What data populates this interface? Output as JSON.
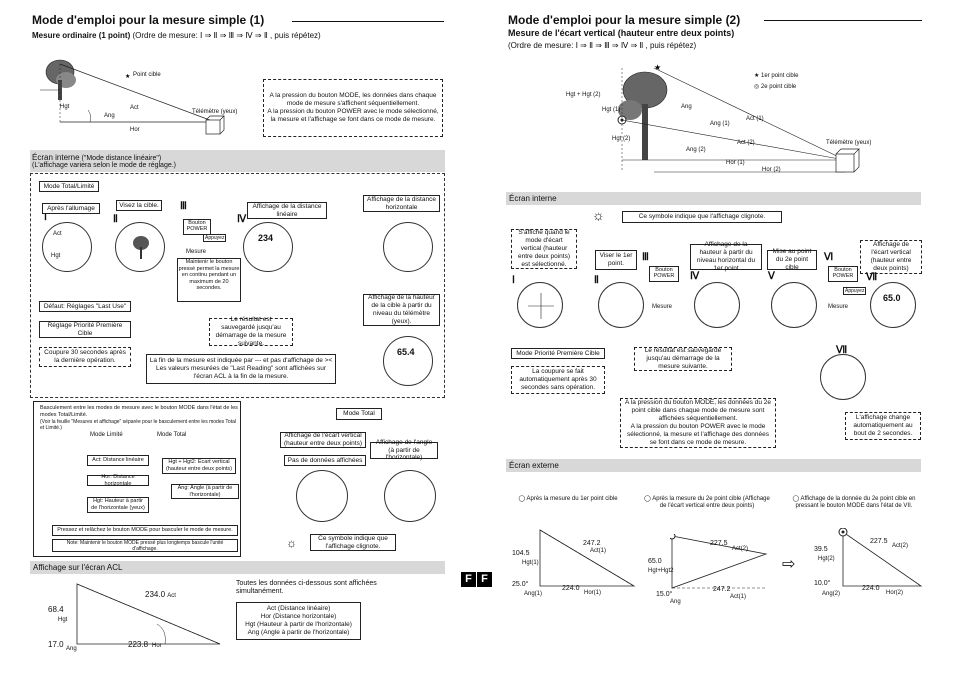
{
  "left": {
    "title": "Mode d'emploi pour la mesure simple (1)",
    "subtitle_bold": "Mesure ordinaire (1 point)",
    "subtitle_rest": " (Ordre de mesure:  Ⅰ ⇒ Ⅱ ⇒ Ⅲ ⇒ Ⅳ ⇒ Ⅱ , puis répétez)",
    "diagram": {
      "target_label": "Point cible",
      "hgt": "Hgt",
      "act": "Act",
      "ang": "Ang",
      "hor": "Hor",
      "rangefinder": "Télémètre (yeux)"
    },
    "mode_note": "A la pression du bouton MODE, les données dans chaque mode de mesure s'affichent séquentiellement.\nA la pression du bouton POWER avec le mode sélectionné, la mesure et l'affichage se font dans ce mode de mesure.",
    "internal_screen_title": "Écran interne",
    "internal_screen_sub1": " (\"Mode distance linéaire\")",
    "internal_screen_sub2": "(L'affichage variera selon le mode de réglage.)",
    "mode_total_limite": "Mode Total/Limité",
    "after_power": "Après l'allumage",
    "aim_target": "Visez la cible.",
    "power_button": "Bouton POWER",
    "pressed": "Appuyez",
    "measure": "Mesure",
    "hold_note": "Maintenir le bouton pressé permet la mesure en continu pendant un maximum de 20 secondes.",
    "distance_display": "Affichage de la distance horizontale",
    "linear_distance_display": "Affichage de la distance linéaire",
    "height_display": "Affichage de la hauteur de la cible à partir du niveau du télémètre (yeux).",
    "default_settings": "Défaut: Réglages \"Last Use\"",
    "priority_setting": "Réglage Priorité Première Cible",
    "cutoff": "Coupure 30 secondes après la dernière opération.",
    "saved_note": "Le résultat est sauvegardé jusqu'au démarrage de la mesure suivante.",
    "end_note": "La fin de la mesure est indiquée par --- et pas d'affichage de ><\nLes valeurs mesurées de \"Last Reading\" sont affichées sur l'écran ACL à la fin de la mesure.",
    "switch_note": "Basculement entre les modes de mesure avec le bouton MODE dans l'état de les modes Total/Limité.",
    "switch_note2": "(Voir la feuille \"Mesures et affichage\" séparée pour le basculement entre les modes Total et Limité.)",
    "mode_limite": "Mode Limité",
    "mode_total": "Mode Total",
    "act_linear": "Act: Distance linéaire",
    "hor_horizontal": "Hor: Distance horizontale",
    "hgt_height": "Hgt: Hauteur à partir de l'horizontale (yeux)",
    "hgt_vertical": "Hgt + Hgt2: Écart vertical (hauteur entre deux points)",
    "ang_angle": "Ang: Angle (à partir de l'horizontale)",
    "press_release": "Pressez et relâchez le bouton MODE pour basculer le mode de mesure.",
    "hold_note2": "Note: Maintenir le bouton MODE pressé plus longtemps bascule l'unité d'affichage.",
    "mode_total_box": "Mode Total",
    "vertical_display": "Affichage de l'écart vertical (hauteur entre deux points)",
    "angle_display": "Affichage de l'angle (à partir de l'horizontale)",
    "no_data": "Pas de données affichées",
    "blink_note": "Ce symbole indique que l'affichage clignote.",
    "acl_title": "Affichage sur l'écran ACL",
    "acl_note": "Toutes les données ci-dessous sont affichées simultanément.",
    "acl_values": {
      "act": "234.0",
      "hgt": "68.4",
      "ang": "17.0",
      "hor": "223.8"
    },
    "acl_labels": {
      "act": "Act",
      "hgt": "Hgt",
      "ang": "Ang",
      "hor": "Hor"
    },
    "legend": [
      "Act (Distance linéaire)",
      "Hor (Distance horizontale)",
      "Hgt (Hauteur à partir de l'horizontale)",
      "Ang (Angle à partir de l'horizontale)"
    ],
    "lcd1": {
      "top": "Act",
      "hgt": "Hgt",
      "val": "234",
      "ang": "Ang"
    },
    "lcd_height": "65.4"
  },
  "right": {
    "title": "Mode d'emploi pour la mesure simple (2)",
    "subtitle": "Mesure de l'écart vertical (hauteur entre deux points)",
    "order": "(Ordre de mesure:  Ⅰ ⇒ Ⅱ ⇒ Ⅲ ⇒ Ⅳ ⇒ Ⅱ , puis répétez)",
    "diagram": {
      "point1": "1er point cible",
      "point2": "2e point cible",
      "hgt_sum": "Hgt + Hgt (2)",
      "hgt1": "Hgt (1)",
      "hgt2": "Hgt (2)",
      "ang": "Ang",
      "ang1": "Ang (1)",
      "ang2": "Ang (2)",
      "act1": "Act (1)",
      "act2": "Act (2)",
      "hor1": "Hor (1)",
      "hor2": "Hor (2)",
      "rangefinder": "Télémètre (yeux)"
    },
    "internal_screen_title": "Écran interne",
    "blink_note": "Ce symbole indique que l'affichage clignote.",
    "steps": [
      "S'affiche quand le mode d'écart vertical (hauteur entre deux points) est sélectionné.",
      "Viser le 1er point.",
      "Affichage de la hauteur à partir du niveau horizontal du 1er point",
      "Mise au point du 2e point cible",
      "Affichage de l'écart vertical (hauteur entre deux points)"
    ],
    "power_button": "Bouton POWER",
    "pressed": "Appuyez",
    "measure": "Mesure",
    "priority": "Mode Priorité Première Cible",
    "saved_note": "Le résultat est sauvegardé jusqu'au démarrage de la mesure suivante.",
    "cutoff": "La coupure se fait automatiquement après 30 secondes sans opération.",
    "mode_note": "A la pression du bouton MODE, les données du 2e point cible dans chaque mode de mesure sont affichées séquentiellement.\nA la pression du bouton POWER avec le mode sélectionné, la mesure et l'affichage des données se font dans ce mode de mesure.",
    "auto_change": "L'affichage change automatiquement au bout de 2 secondes.",
    "external_title": "Écran externe",
    "ext_captions": [
      "Après la mesure du 1er point cible",
      "Après la mesure du 2e point cible (Affichage de l'écart vertical entre deux points)",
      "Affichage de la donnée du 2e point cible en pressant le bouton MODE dans l'état de VII."
    ],
    "tri1": {
      "act": "247.2",
      "act_l": "Act(1)",
      "hgt": "104.5",
      "hgt_l": "Hgt(1)",
      "ang": "25.0°",
      "ang_l": "Ang(1)",
      "hor": "224.0",
      "hor_l": "Hor(1)"
    },
    "tri2": {
      "act": "227.5",
      "act_l": "Act(2)",
      "hgt": "65.0",
      "hgt_l": "Hgt+Hgt2",
      "ang": "15.0°",
      "ang_l": "Ang",
      "act1": "247.2",
      "act1_l": "Act(1)"
    },
    "tri3": {
      "act": "227.5",
      "act_l": "Act(2)",
      "hgt": "39.5",
      "hgt_l": "Hgt(2)",
      "ang": "10.0°",
      "ang_l": "Ang(2)",
      "hor": "224.0",
      "hor_l": "Hor(2)"
    },
    "lcd_val": "65.0"
  },
  "ff_badge": "F",
  "icons": [
    "tree-icon",
    "cube-icon",
    "sun-blink-icon",
    "star-icon",
    "target-icon",
    "crosshair-icon",
    "arrow-icon"
  ]
}
